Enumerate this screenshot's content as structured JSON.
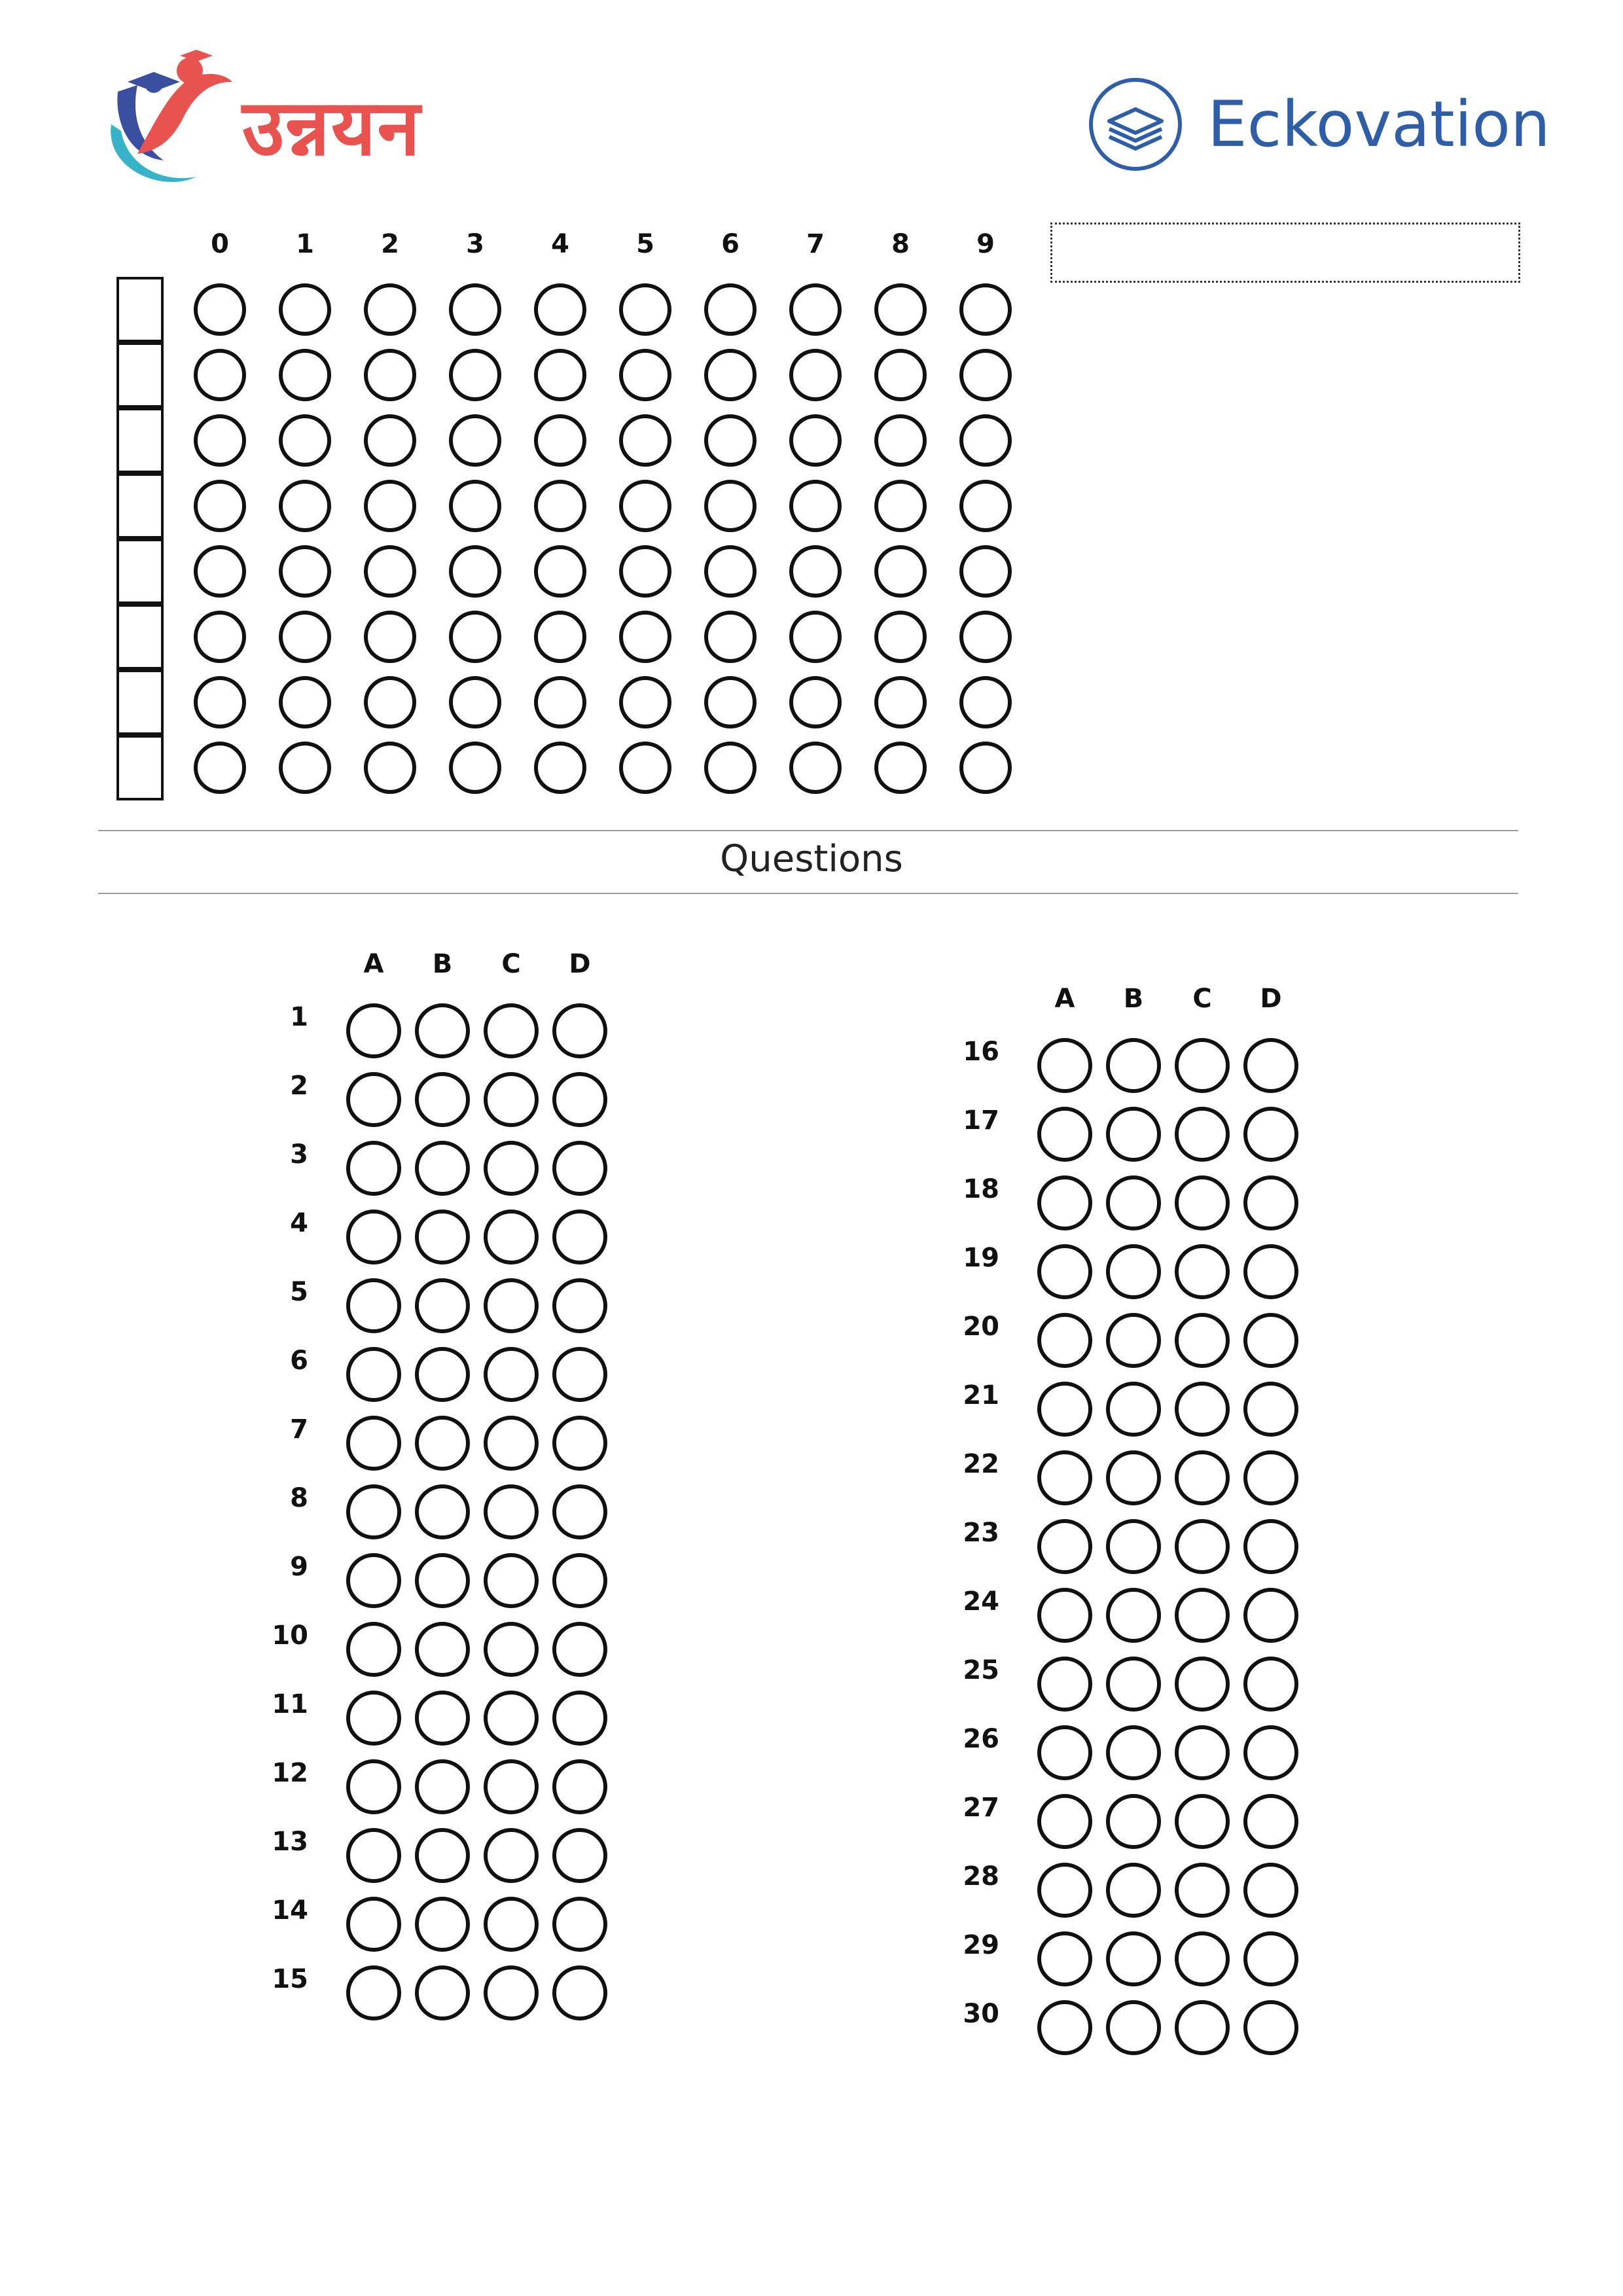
{
  "header": {
    "left_brand": "उन्नयन",
    "right_brand": "Eckovation",
    "right_logo_icon": "book-stack-icon",
    "colors": {
      "left_brand": "#e8534f",
      "right_brand": "#2f5ea8",
      "left_accent_teal": "#36b3c9",
      "left_accent_blue": "#3b4fa0"
    }
  },
  "id_grid": {
    "digits": [
      "0",
      "1",
      "2",
      "3",
      "4",
      "5",
      "6",
      "7",
      "8",
      "9"
    ],
    "rows": 8
  },
  "questions": {
    "title": "Questions",
    "options": [
      "A",
      "B",
      "C",
      "D"
    ],
    "left_column": [
      "1",
      "2",
      "3",
      "4",
      "5",
      "6",
      "7",
      "8",
      "9",
      "10",
      "11",
      "12",
      "13",
      "14",
      "15"
    ],
    "right_column": [
      "16",
      "17",
      "18",
      "19",
      "20",
      "21",
      "22",
      "23",
      "24",
      "25",
      "26",
      "27",
      "28",
      "29",
      "30"
    ]
  }
}
